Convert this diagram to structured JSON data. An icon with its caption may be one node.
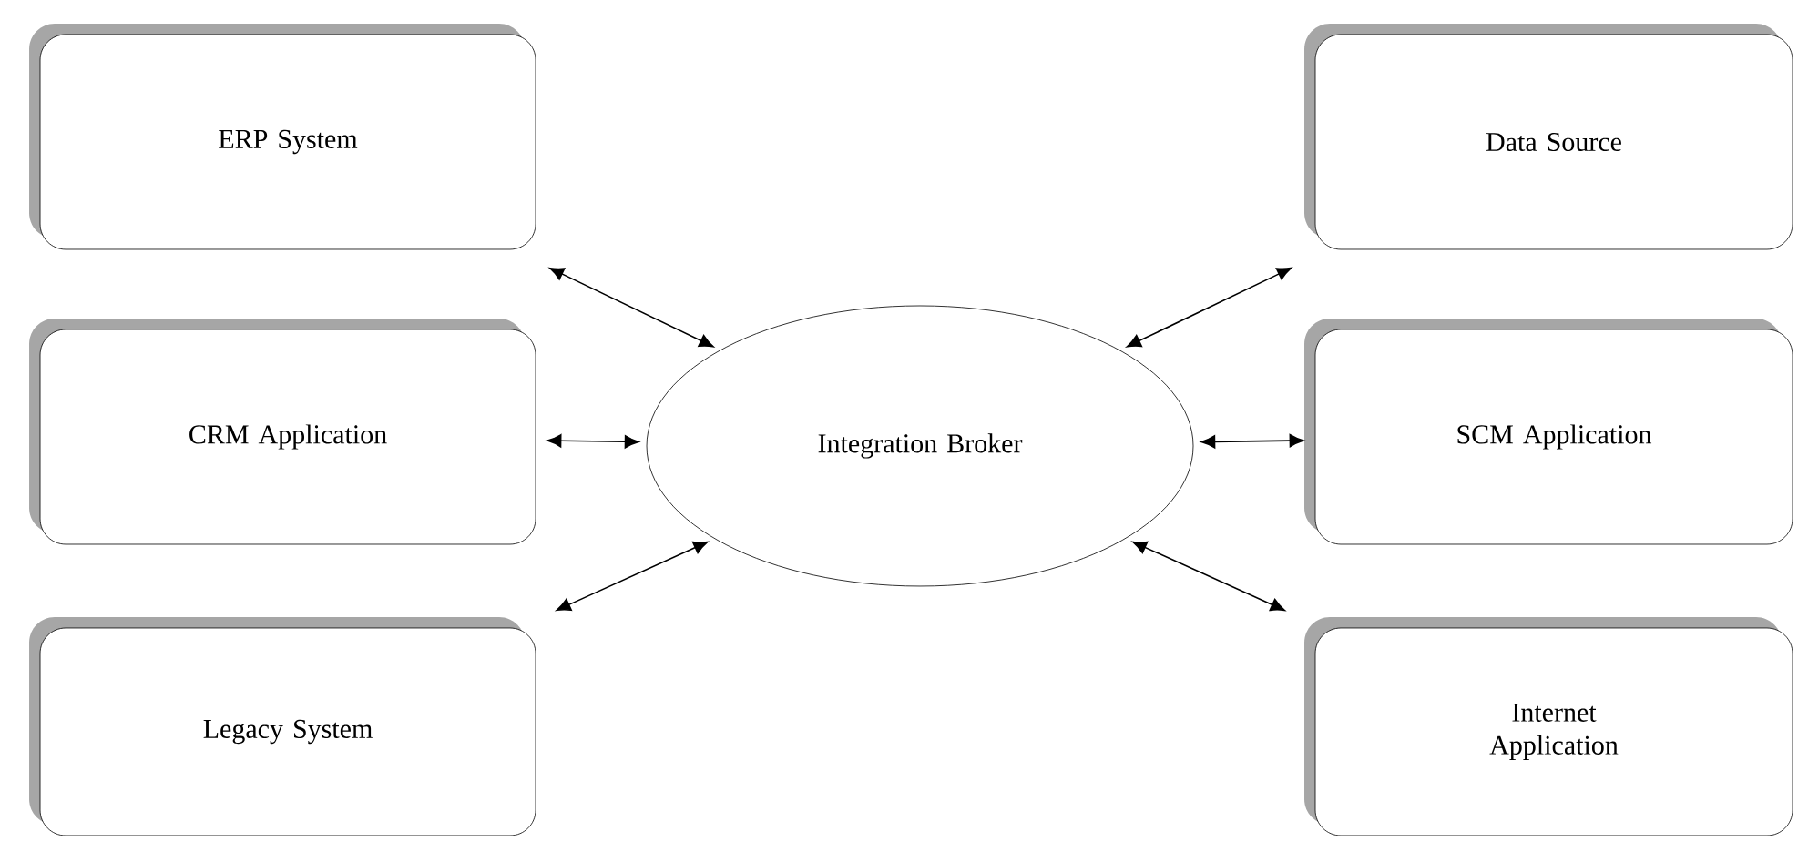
{
  "diagram": {
    "nodes": [
      {
        "text": [
          "ERP System"
        ]
      },
      {
        "text": [
          "Data Source"
        ]
      },
      {
        "text": [
          "CRM Application"
        ]
      },
      {
        "text": [
          "Integration Broker"
        ]
      },
      {
        "text": [
          "SCM Application"
        ]
      },
      {
        "text": [
          "Legacy System"
        ]
      },
      {
        "text": [
          "Internet Application"
        ]
      }
    ],
    "edges": [
      {
        "from": 0,
        "to": 3,
        "arrow": "both"
      },
      {
        "from": 1,
        "to": 3,
        "arrow": "both"
      },
      {
        "from": 2,
        "to": 3,
        "arrow": "both"
      },
      {
        "from": 4,
        "to": 3,
        "arrow": "both"
      },
      {
        "from": 5,
        "to": 3,
        "arrow": "both"
      },
      {
        "from": 6,
        "to": 3,
        "arrow": "both"
      }
    ]
  }
}
